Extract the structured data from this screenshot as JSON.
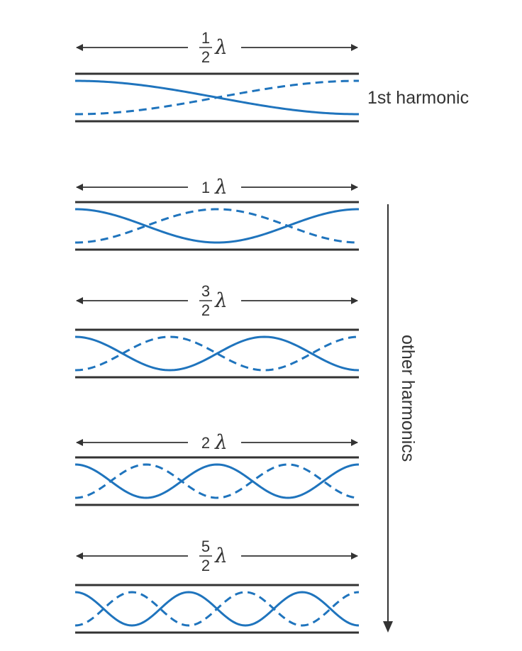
{
  "colors": {
    "wave": "#1f74bd",
    "line": "#333333"
  },
  "first_harmonic_label": "1st harmonic",
  "other_harmonics_label": "other harmonics",
  "lambda_symbol": "λ",
  "harmonics": [
    {
      "length_numerator": "1",
      "length_denominator": "2",
      "fraction": true,
      "half_wavelengths": 1
    },
    {
      "length_whole": "1",
      "fraction": false,
      "half_wavelengths": 2
    },
    {
      "length_numerator": "3",
      "length_denominator": "2",
      "fraction": true,
      "half_wavelengths": 3
    },
    {
      "length_whole": "2",
      "fraction": false,
      "half_wavelengths": 4
    },
    {
      "length_numerator": "5",
      "length_denominator": "2",
      "fraction": true,
      "half_wavelengths": 5
    }
  ]
}
